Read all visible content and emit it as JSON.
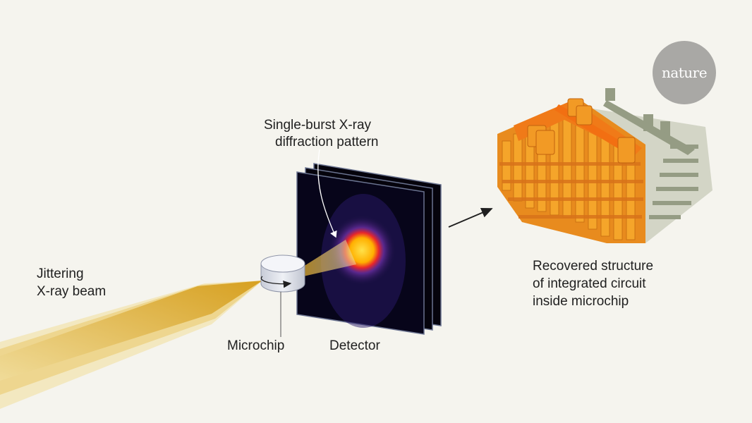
{
  "labels": {
    "diffraction_line1": "Single-burst X-ray",
    "diffraction_line2": "diffraction pattern",
    "beam_line1": "Jittering",
    "beam_line2": "X-ray beam",
    "microchip": "Microchip",
    "detector": "Detector",
    "recovered_line1": "Recovered structure",
    "recovered_line2": "of integrated circuit",
    "recovered_line3": "inside microchip"
  },
  "logo": {
    "text": "nature"
  },
  "colors": {
    "background": "#f5f4ee",
    "beam": "#d9a21e",
    "orange": "#f08a1c",
    "grey_green": "#9aa08a",
    "logo": "#a9a8a5"
  }
}
